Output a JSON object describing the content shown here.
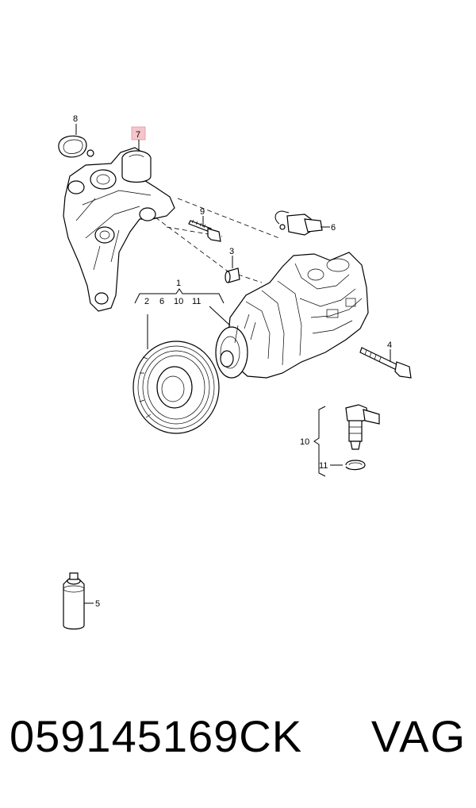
{
  "callouts": {
    "c1": "1",
    "c2": "2",
    "c3": "3",
    "c4": "4",
    "c5": "5",
    "c6": "6",
    "c7": "7",
    "c8": "8",
    "c9": "9",
    "c10": "10",
    "c11": "11",
    "g1_2": "2",
    "g1_6": "6",
    "g1_10": "10",
    "g1_11": "11",
    "d10": "10",
    "d11": "11"
  },
  "highlight_color": "#e8a0a8",
  "footer": {
    "part_number": "059145169CK",
    "brand": "VAG"
  }
}
